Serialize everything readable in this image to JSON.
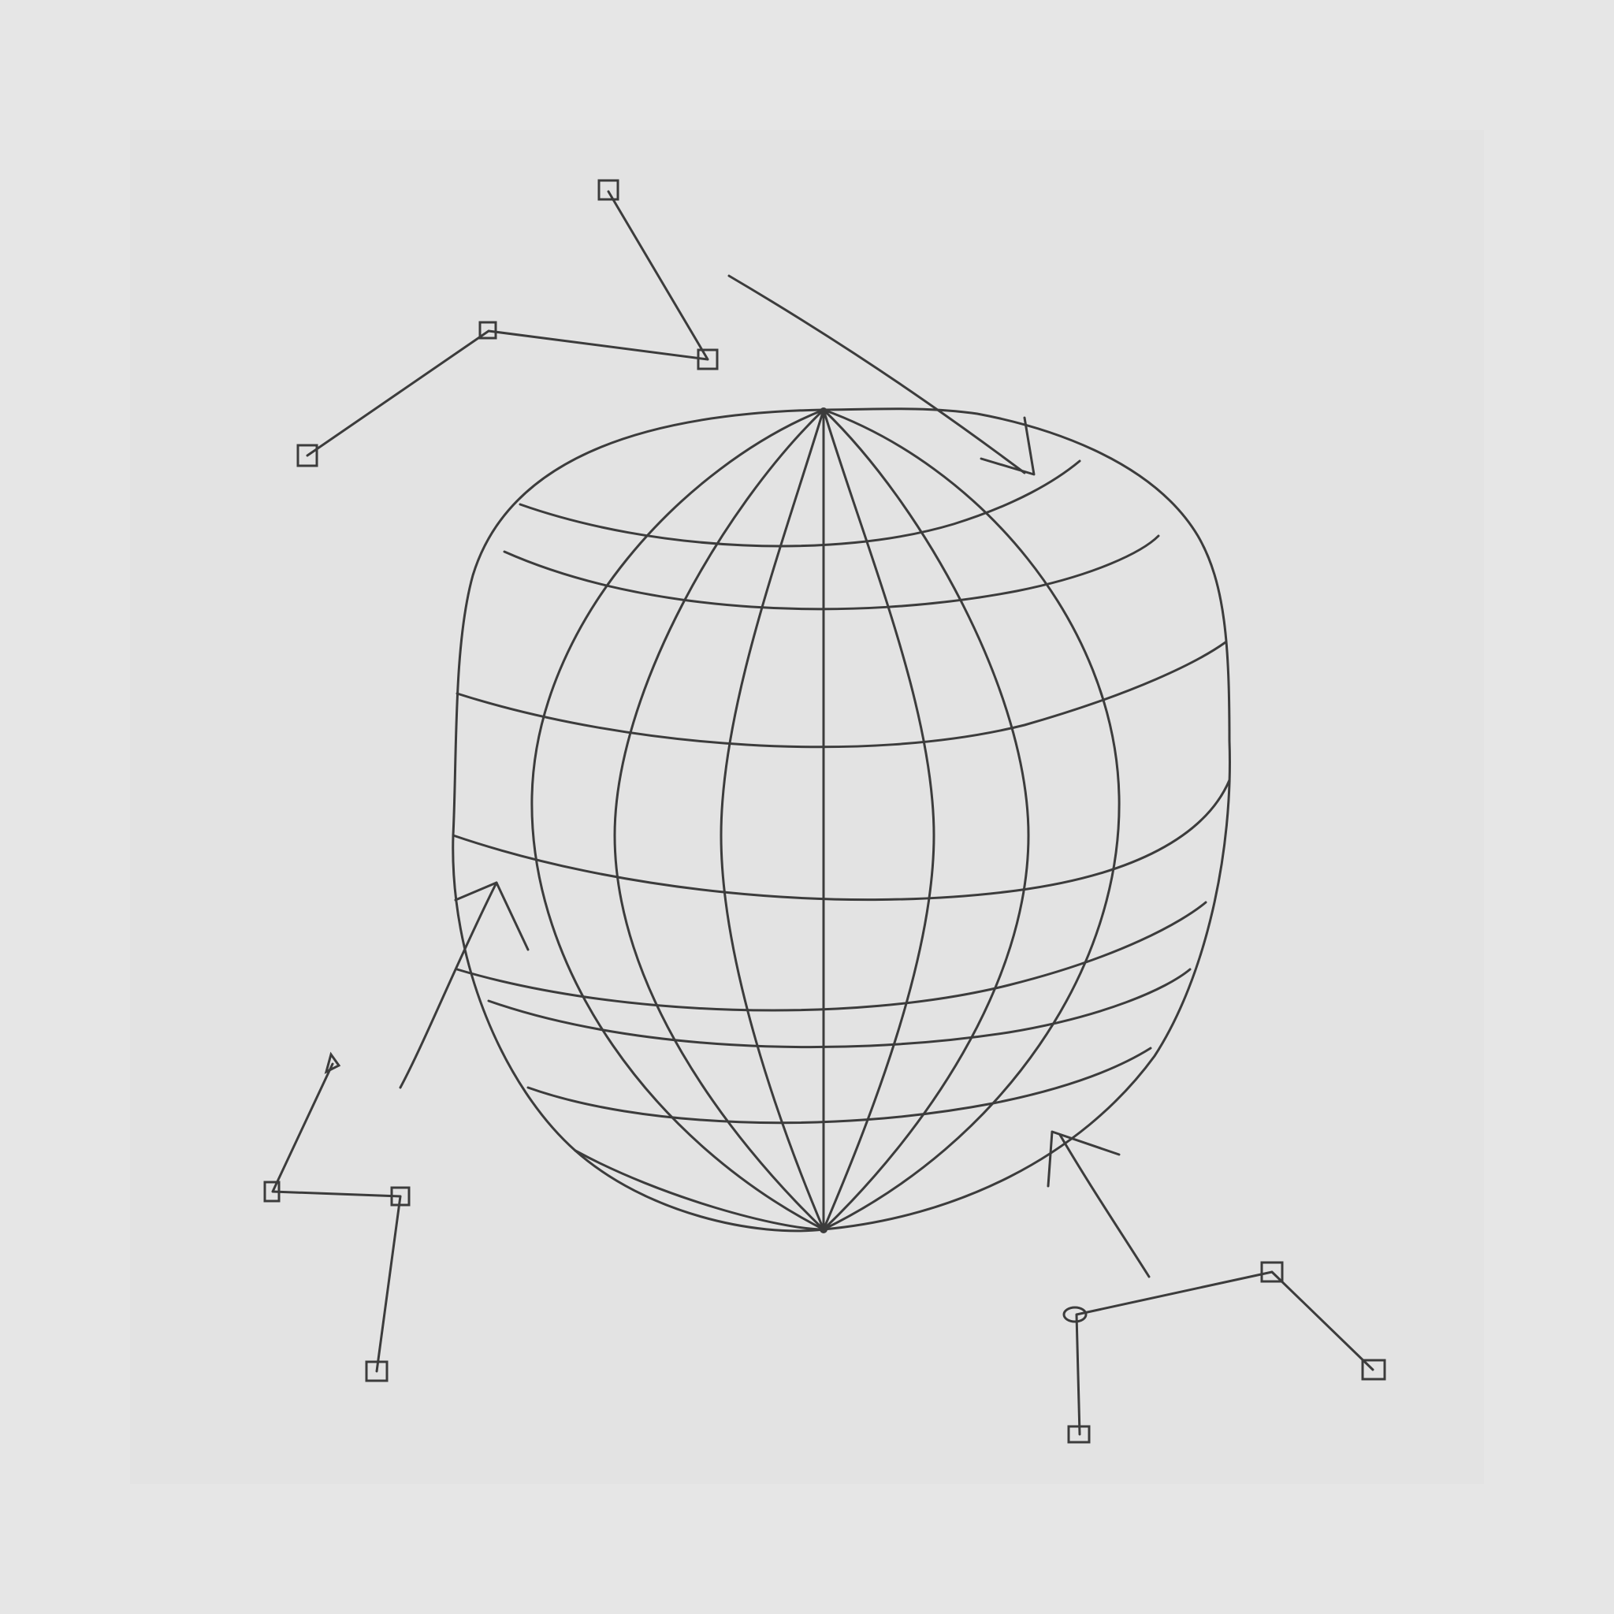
{
  "diagram": {
    "kind": "hand-drawn wireframe globe with surrounding connected nodes",
    "colors": {
      "background": "#e6e6e6",
      "panel": "#e3e3e3",
      "ink": "#3c3c3c"
    },
    "globe": {
      "meridian_count": 9,
      "parallel_count": 8
    },
    "node_groups": [
      {
        "id": "top-left",
        "node_count": 4,
        "icon": "small-square-node-icon"
      },
      {
        "id": "bottom-left",
        "node_count": 4,
        "icon": "small-square-node-icon"
      },
      {
        "id": "bottom-right",
        "node_count": 4,
        "icon": "small-square-node-icon"
      }
    ],
    "arrows": [
      {
        "id": "arrow-top-right",
        "direction": "into-globe"
      },
      {
        "id": "arrow-left",
        "direction": "out-of-globe"
      },
      {
        "id": "arrow-bottom-right",
        "direction": "out-of-globe"
      }
    ]
  }
}
